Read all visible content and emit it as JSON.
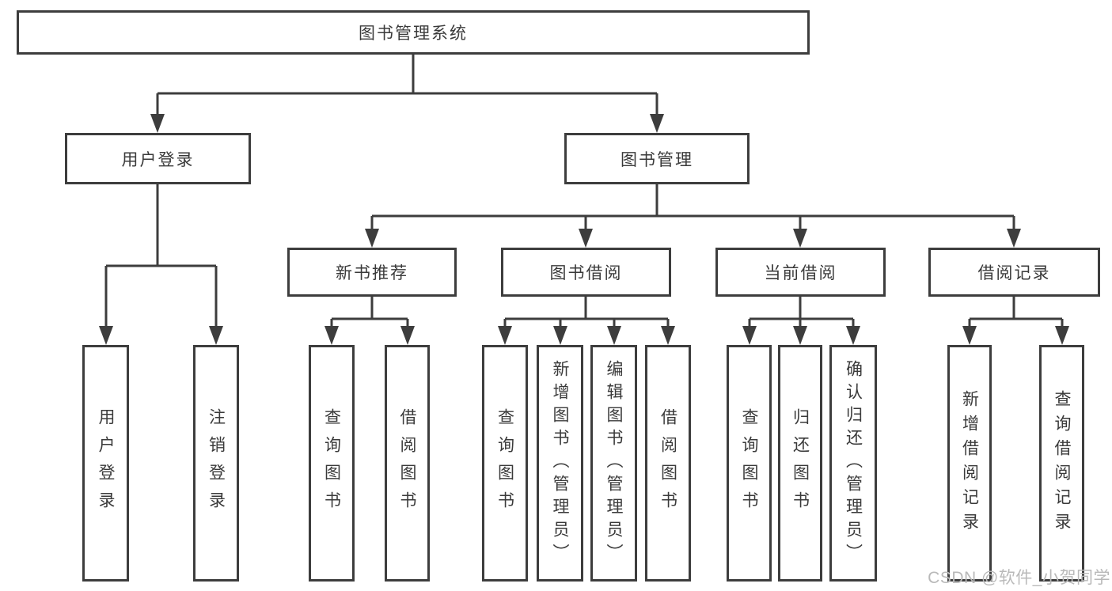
{
  "diagram": {
    "title_node": "图书管理系统",
    "nodes": {
      "user_login": "用户登录",
      "book_mgmt": "图书管理",
      "new_book": "新书推荐",
      "book_borrow": "图书借阅",
      "current_borrow": "当前借阅",
      "borrow_record": "借阅记录"
    },
    "leaves": {
      "user_login": [
        "用户登录",
        "注销登录"
      ],
      "new_book": [
        "查询图书",
        "借阅图书"
      ],
      "book_borrow": [
        "查询图书",
        "新增图书（管理员）",
        "编辑图书（管理员）",
        "借阅图书"
      ],
      "current_borrow": [
        "查询图书",
        "归还图书",
        "确认归还（管理员）"
      ],
      "borrow_record": [
        "新增借阅记录",
        "查询借阅记录"
      ]
    },
    "colors": {
      "line": "#3d3d3d",
      "text": "#3a3a3a",
      "background": "#ffffff",
      "watermark": "#b9b9b9"
    }
  },
  "watermark": "CSDN @软件_小贺同学"
}
